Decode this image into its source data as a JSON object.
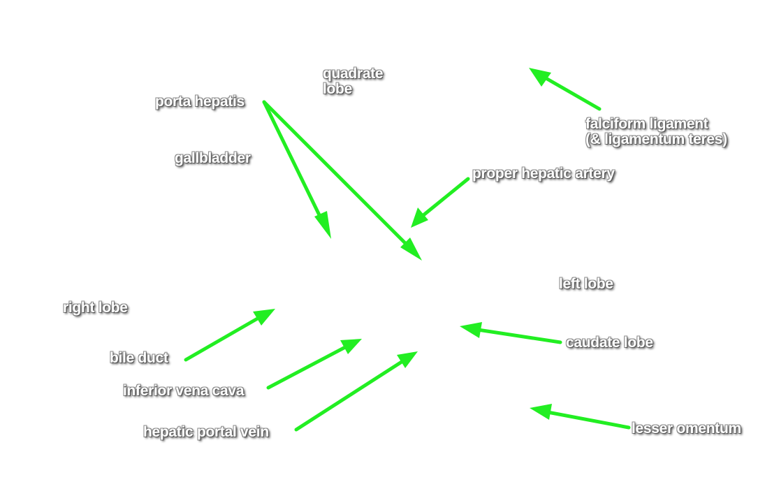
{
  "arrow_color": "#22ee22",
  "labels": {
    "quadrate_lobe": {
      "line1": "quadrate",
      "line2": "lobe"
    },
    "porta_hepatis": "porta hepatis",
    "falciform_ligament": {
      "line1": "falciform ligament",
      "line2": "(& ligamentum teres)"
    },
    "gallbladder": "gallbladder",
    "proper_hepatic_artery": "proper hepatic artery",
    "left_lobe": "left lobe",
    "right_lobe": "right lobe",
    "caudate_lobe": "caudate lobe",
    "bile_duct": "bile duct",
    "inferior_vena_cava": "inferior vena cava",
    "hepatic_portal_vein": "hepatic portal vein",
    "lesser_omentum": "lesser omentum"
  }
}
